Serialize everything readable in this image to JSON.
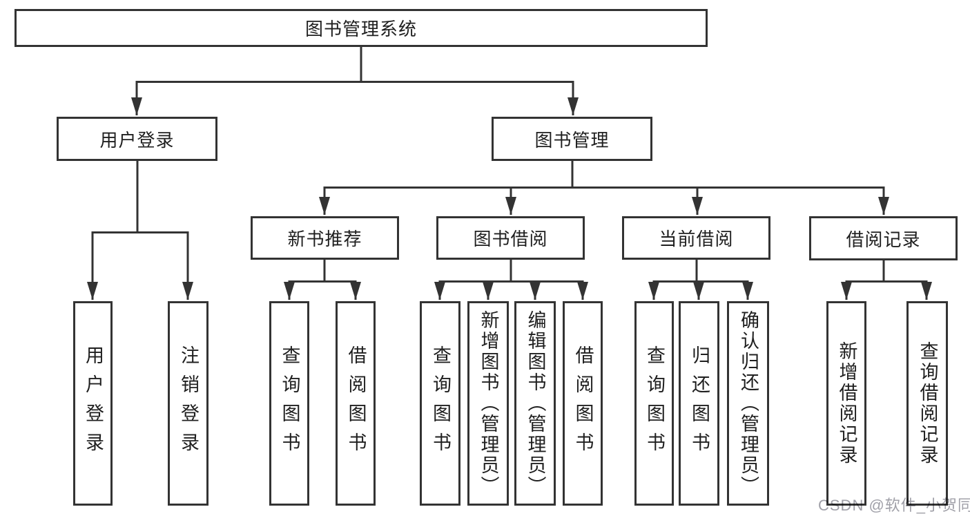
{
  "tree": {
    "root": "图书管理系统",
    "branches": [
      {
        "label": "用户登录",
        "children": [
          "用户登录",
          "注销登录"
        ]
      },
      {
        "label": "图书管理",
        "groups": [
          {
            "label": "新书推荐",
            "children": [
              "查询图书",
              "借阅图书"
            ]
          },
          {
            "label": "图书借阅",
            "children": [
              "查询图书",
              "新增图书（管理员）",
              "编辑图书（管理员）",
              "借阅图书"
            ]
          },
          {
            "label": "当前借阅",
            "children": [
              "查询图书",
              "归还图书",
              "确认归还（管理员）"
            ]
          },
          {
            "label": "借阅记录",
            "children": [
              "新增借阅记录",
              "查询借阅记录"
            ]
          }
        ]
      }
    ]
  },
  "watermark": {
    "text": "CSDN @软件_小贺同学"
  },
  "colors": {
    "line": "#333333",
    "box_border": "#333333",
    "text": "#1f1f1f",
    "watermark": "#a0a0a8",
    "background": "#ffffff"
  }
}
